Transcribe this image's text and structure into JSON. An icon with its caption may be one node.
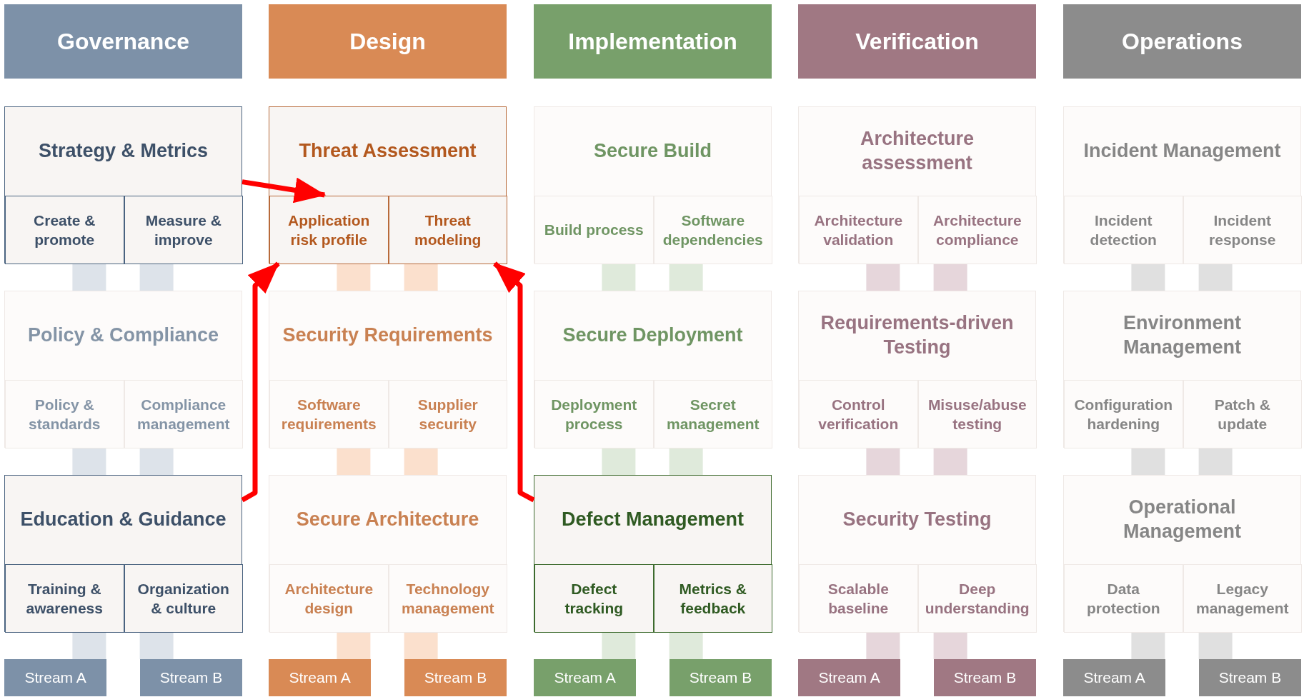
{
  "diagram": {
    "nodes": [
      {
        "text": [
          "Governance"
        ]
      },
      {
        "text": [
          "Design"
        ]
      },
      {
        "text": [
          "Implementation"
        ]
      },
      {
        "text": [
          "Verification"
        ]
      },
      {
        "text": [
          "Operations"
        ]
      },
      {
        "text": [
          "Strategy & Metrics"
        ]
      },
      {
        "text": [
          "Create & promote"
        ],
        "in": 5
      },
      {
        "text": [
          "Measure & improve"
        ],
        "in": 5
      },
      {
        "text": [
          "Threat Assessment"
        ]
      },
      {
        "text": [
          "Application risk profile"
        ],
        "in": 8
      },
      {
        "text": [
          "Threat modeling"
        ],
        "in": 8
      },
      {
        "text": [
          "Secure Build"
        ]
      },
      {
        "text": [
          "Build process"
        ],
        "in": 11
      },
      {
        "text": [
          "Software dependencies"
        ],
        "in": 11
      },
      {
        "text": [
          "Architecture assessment"
        ]
      },
      {
        "text": [
          "Architecture validation"
        ],
        "in": 14
      },
      {
        "text": [
          "Architecture compliance"
        ],
        "in": 14
      },
      {
        "text": [
          "Incident Management"
        ]
      },
      {
        "text": [
          "Incident detection"
        ],
        "in": 17
      },
      {
        "text": [
          "Incident response"
        ],
        "in": 17
      },
      {
        "text": [
          "Policy & Compliance"
        ]
      },
      {
        "text": [
          "Policy & standards"
        ],
        "in": 20
      },
      {
        "text": [
          "Compliance management"
        ],
        "in": 20
      },
      {
        "text": [
          "Security Requirements"
        ]
      },
      {
        "text": [
          "Software requirements"
        ],
        "in": 23
      },
      {
        "text": [
          "Supplier security"
        ],
        "in": 23
      },
      {
        "text": [
          "Secure Deployment"
        ]
      },
      {
        "text": [
          "Deployment process"
        ],
        "in": 26
      },
      {
        "text": [
          "Secret management"
        ],
        "in": 26
      },
      {
        "text": [
          "Requirements-driven Testing"
        ]
      },
      {
        "text": [
          "Control verification"
        ],
        "in": 29
      },
      {
        "text": [
          "Misuse/abuse testing"
        ],
        "in": 29
      },
      {
        "text": [
          "Environment Management"
        ]
      },
      {
        "text": [
          "Configuration hardening"
        ],
        "in": 32
      },
      {
        "text": [
          "Patch & update"
        ],
        "in": 32
      },
      {
        "text": [
          "Education & Guidance"
        ]
      },
      {
        "text": [
          "Training & awareness"
        ],
        "in": 35
      },
      {
        "text": [
          "Organization & culture"
        ],
        "in": 35
      },
      {
        "text": [
          "Secure Architecture"
        ]
      },
      {
        "text": [
          "Architecture design"
        ],
        "in": 38
      },
      {
        "text": [
          "Technology management"
        ],
        "in": 38
      },
      {
        "text": [
          "Defect Management"
        ]
      },
      {
        "text": [
          "Defect tracking"
        ],
        "in": 41
      },
      {
        "text": [
          "Metrics & feedback"
        ],
        "in": 41
      },
      {
        "text": [
          "Security Testing"
        ]
      },
      {
        "text": [
          "Scalable baseline"
        ],
        "in": 44
      },
      {
        "text": [
          "Deep understanding"
        ],
        "in": 44
      },
      {
        "text": [
          "Operational Management"
        ]
      },
      {
        "text": [
          "Data protection"
        ],
        "in": 47
      },
      {
        "text": [
          "Legacy management"
        ],
        "in": 47
      },
      {
        "text": [
          "Stream A"
        ]
      },
      {
        "text": [
          "Stream B"
        ]
      },
      {
        "text": [
          "Stream A"
        ]
      },
      {
        "text": [
          "Stream B"
        ]
      },
      {
        "text": [
          "Stream A"
        ]
      },
      {
        "text": [
          "Stream B"
        ]
      },
      {
        "text": [
          "Stream A"
        ]
      },
      {
        "text": [
          "Stream B"
        ]
      },
      {
        "text": [
          "Stream A"
        ]
      },
      {
        "text": [
          "Stream B"
        ]
      }
    ],
    "edges": [
      {
        "from": 5,
        "to": 9,
        "arrow": "to",
        "color": "#ff0000"
      },
      {
        "from": 35,
        "to": 8,
        "arrow": "to",
        "color": "#ff0000"
      },
      {
        "from": 41,
        "to": 8,
        "arrow": "to",
        "color": "#ff0000"
      },
      {
        "from": 6,
        "to": 20,
        "arrow": "none",
        "color": "#dde3ea"
      },
      {
        "from": 7,
        "to": 20,
        "arrow": "none",
        "color": "#dde3ea"
      },
      {
        "from": 21,
        "to": 35,
        "arrow": "none",
        "color": "#dde3ea"
      },
      {
        "from": 22,
        "to": 35,
        "arrow": "none",
        "color": "#dde3ea"
      },
      {
        "from": 36,
        "to": 50,
        "arrow": "none",
        "color": "#dde3ea"
      },
      {
        "from": 37,
        "to": 51,
        "arrow": "none",
        "color": "#dde3ea"
      },
      {
        "from": 9,
        "to": 23,
        "arrow": "none",
        "color": "#fbe0cd"
      },
      {
        "from": 10,
        "to": 23,
        "arrow": "none",
        "color": "#fbe0cd"
      },
      {
        "from": 24,
        "to": 38,
        "arrow": "none",
        "color": "#fbe0cd"
      },
      {
        "from": 25,
        "to": 38,
        "arrow": "none",
        "color": "#fbe0cd"
      },
      {
        "from": 39,
        "to": 52,
        "arrow": "none",
        "color": "#fbe0cd"
      },
      {
        "from": 40,
        "to": 53,
        "arrow": "none",
        "color": "#fbe0cd"
      },
      {
        "from": 12,
        "to": 26,
        "arrow": "none",
        "color": "#dfeadb"
      },
      {
        "from": 13,
        "to": 26,
        "arrow": "none",
        "color": "#dfeadb"
      },
      {
        "from": 27,
        "to": 41,
        "arrow": "none",
        "color": "#dfeadb"
      },
      {
        "from": 28,
        "to": 41,
        "arrow": "none",
        "color": "#dfeadb"
      },
      {
        "from": 42,
        "to": 54,
        "arrow": "none",
        "color": "#dfeadb"
      },
      {
        "from": 43,
        "to": 55,
        "arrow": "none",
        "color": "#dfeadb"
      },
      {
        "from": 15,
        "to": 29,
        "arrow": "none",
        "color": "#e6d6db"
      },
      {
        "from": 16,
        "to": 29,
        "arrow": "none",
        "color": "#e6d6db"
      },
      {
        "from": 30,
        "to": 44,
        "arrow": "none",
        "color": "#e6d6db"
      },
      {
        "from": 31,
        "to": 44,
        "arrow": "none",
        "color": "#e6d6db"
      },
      {
        "from": 45,
        "to": 56,
        "arrow": "none",
        "color": "#e6d6db"
      },
      {
        "from": 46,
        "to": 57,
        "arrow": "none",
        "color": "#e6d6db"
      },
      {
        "from": 18,
        "to": 32,
        "arrow": "none",
        "color": "#e0e0e0"
      },
      {
        "from": 19,
        "to": 32,
        "arrow": "none",
        "color": "#e0e0e0"
      },
      {
        "from": 33,
        "to": 47,
        "arrow": "none",
        "color": "#e0e0e0"
      },
      {
        "from": 34,
        "to": 47,
        "arrow": "none",
        "color": "#e0e0e0"
      },
      {
        "from": 48,
        "to": 58,
        "arrow": "none",
        "color": "#e0e0e0"
      },
      {
        "from": 49,
        "to": 59,
        "arrow": "none",
        "color": "#e0e0e0"
      }
    ]
  }
}
